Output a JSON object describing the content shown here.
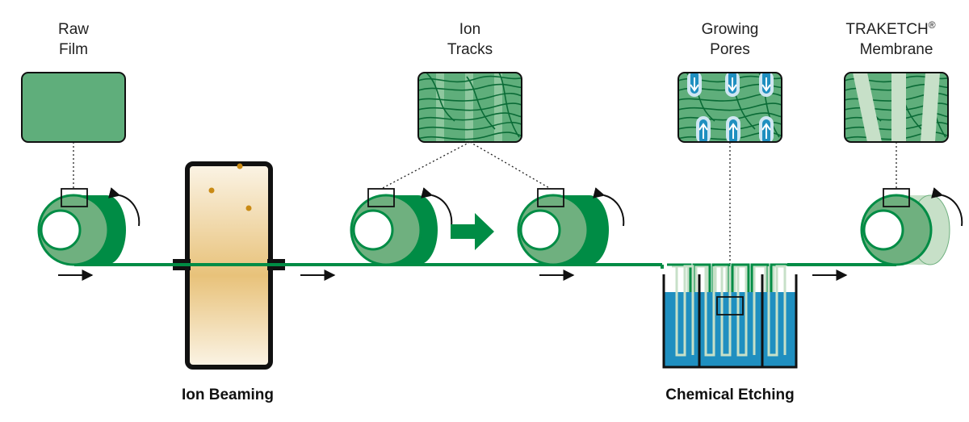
{
  "labels": {
    "raw_film_line1": "Raw",
    "raw_film_line2": "Film",
    "ion_tracks_line1": "Ion",
    "ion_tracks_line2": "Tracks",
    "growing_pores_line1": "Growing",
    "growing_pores_line2": "Pores",
    "traketch_line1": "TRAKETCH",
    "traketch_reg": "®",
    "traketch_line2": "Membrane"
  },
  "stages": {
    "ion_beaming": "Ion Beaming",
    "chemical_etching": "Chemical Etching"
  },
  "colors": {
    "film_green": "#008c45",
    "film_light": "#6fb07f",
    "texture_bg": "#5fae7b",
    "texture_line": "#0a6b36",
    "membrane_pale": "#c7e0c8",
    "bath_blue": "#1f8fc0",
    "beam_gold": "#e8c27a"
  }
}
